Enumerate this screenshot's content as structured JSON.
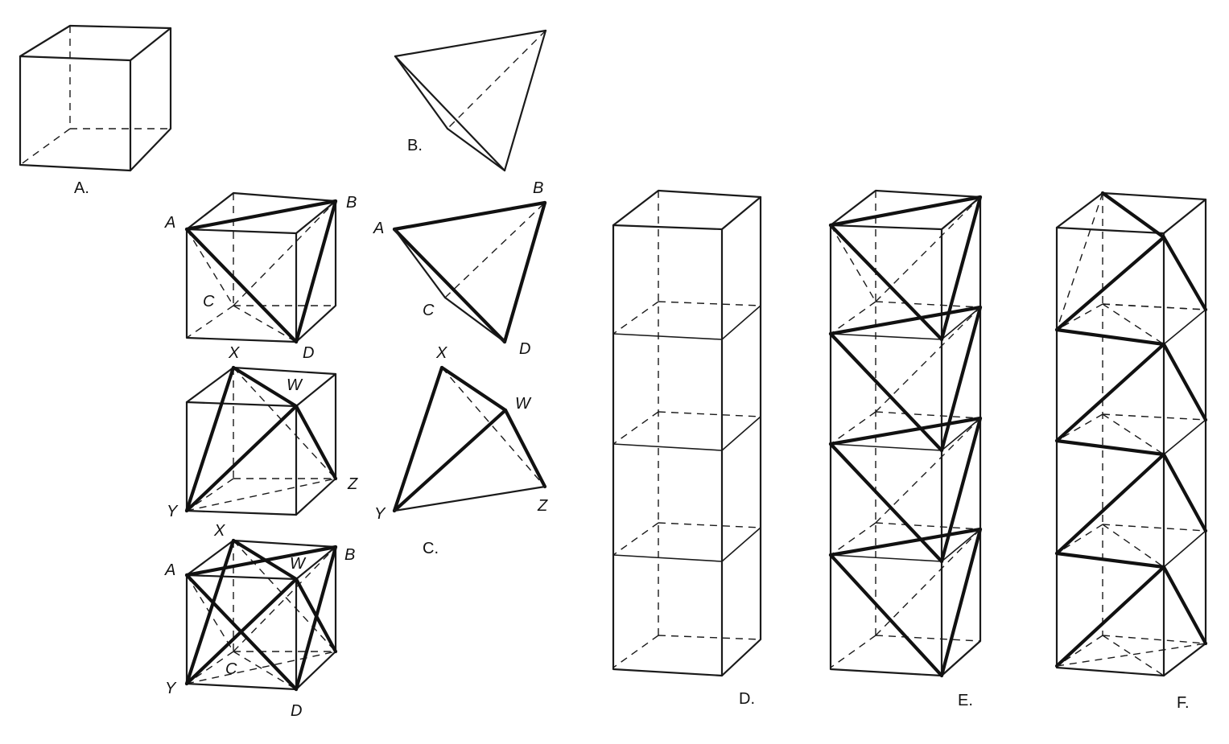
{
  "figure": {
    "panel_labels": {
      "a": "A.",
      "b": "B.",
      "c": "C.",
      "d": "D.",
      "e": "E.",
      "f": "F."
    },
    "vertex_labels": {
      "A": "A",
      "B": "B",
      "C": "C",
      "D": "D",
      "W": "W",
      "X": "X",
      "Y": "Y",
      "Z": "Z"
    }
  }
}
